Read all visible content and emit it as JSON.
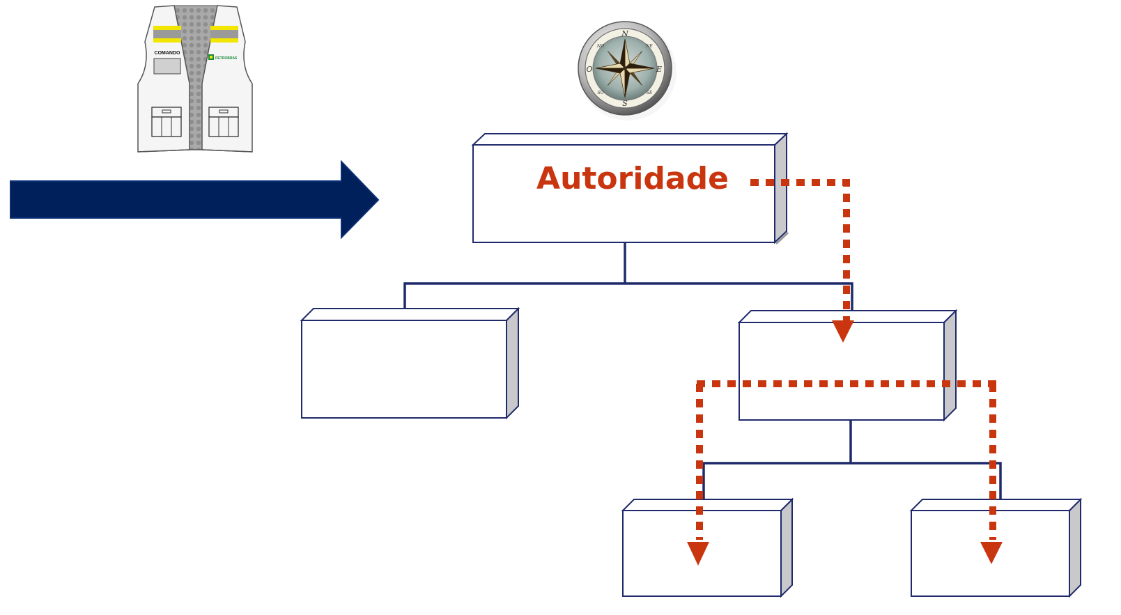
{
  "diagram": {
    "authority_label": "Autoridade",
    "vest": {
      "badge_label": "COMANDO",
      "logo_text": "PETROBRAS"
    },
    "compass": {
      "north": "N",
      "south": "S",
      "east": "E",
      "west": "O",
      "ne": "NE",
      "nw": "NO",
      "se": "SE",
      "sw": "SO"
    },
    "colors": {
      "arrow": "#00205b",
      "box_border": "#1f2a6b",
      "box_depth": "#c9c9cc",
      "connector": "#1f2a6b",
      "dotted": "#c8350e",
      "authority_text": "#c8350e"
    }
  }
}
